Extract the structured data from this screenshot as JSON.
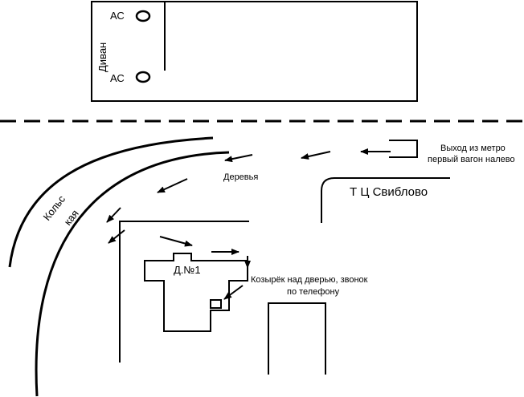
{
  "labels": {
    "ac_top": "АС",
    "ac_bottom": "АС",
    "divan": "Диван",
    "metro_line1": "Выход из метро",
    "metro_line2": "первый вагон налево",
    "trees": "Деревья",
    "mall": "Т Ц Свиблово",
    "ring_line1": "Кольс",
    "ring_line2": "кая",
    "building": "Д.№1",
    "canopy_line1": "Козырёк над дверью, звонок",
    "canopy_line2": "по телефону"
  },
  "colors": {
    "stroke": "#000000",
    "background": "#ffffff"
  }
}
